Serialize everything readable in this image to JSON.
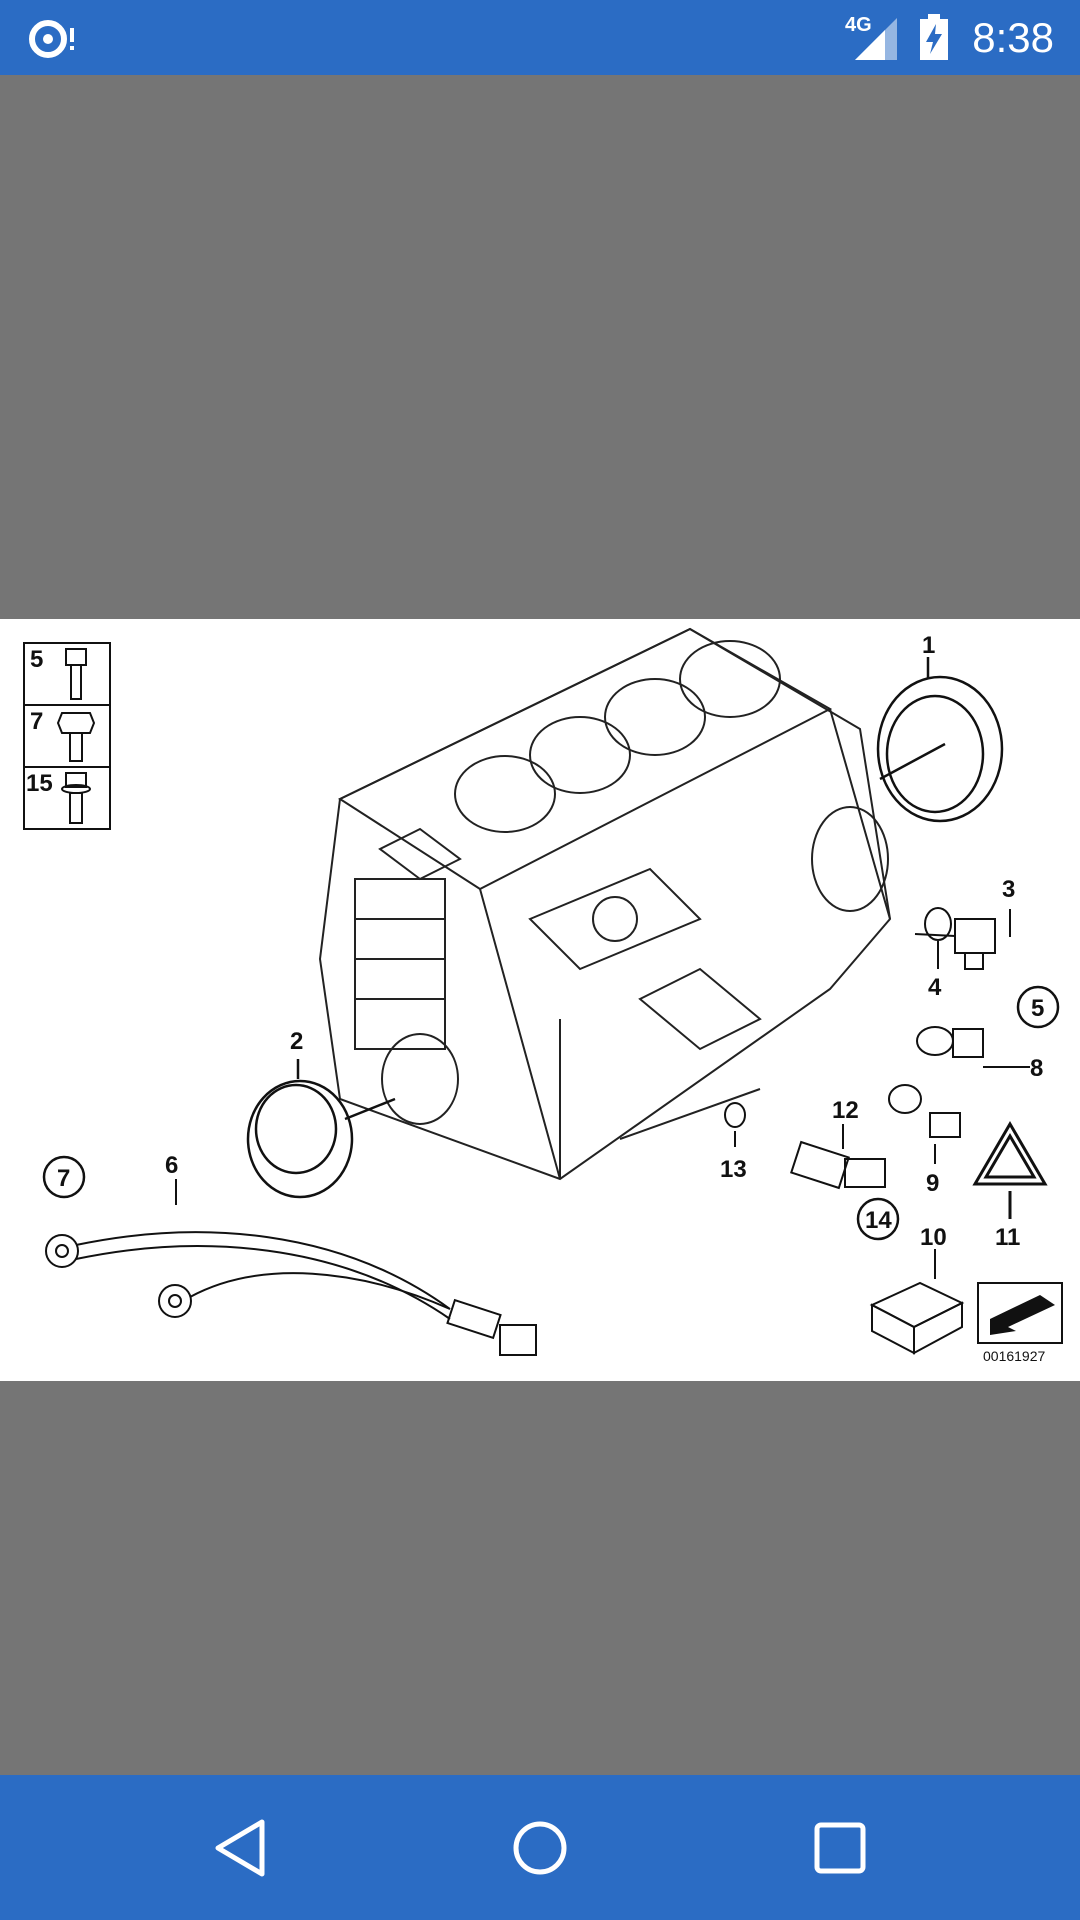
{
  "status_bar": {
    "network_label": "4G",
    "time": "8:38",
    "icons": [
      "sync-alert-icon",
      "signal-icon",
      "battery-charging-icon"
    ]
  },
  "diagram": {
    "parts_legend": [
      {
        "number": "5",
        "icon": "socket-head-bolt-icon"
      },
      {
        "number": "7",
        "icon": "hex-bolt-icon"
      },
      {
        "number": "15",
        "icon": "flange-bolt-icon"
      }
    ],
    "callouts": [
      "1",
      "2",
      "3",
      "4",
      "5",
      "6",
      "7",
      "8",
      "9",
      "10",
      "11",
      "12",
      "13",
      "14"
    ],
    "code": "00161927"
  },
  "nav_bar": {
    "buttons": [
      "back-icon",
      "home-icon",
      "recents-icon"
    ]
  }
}
